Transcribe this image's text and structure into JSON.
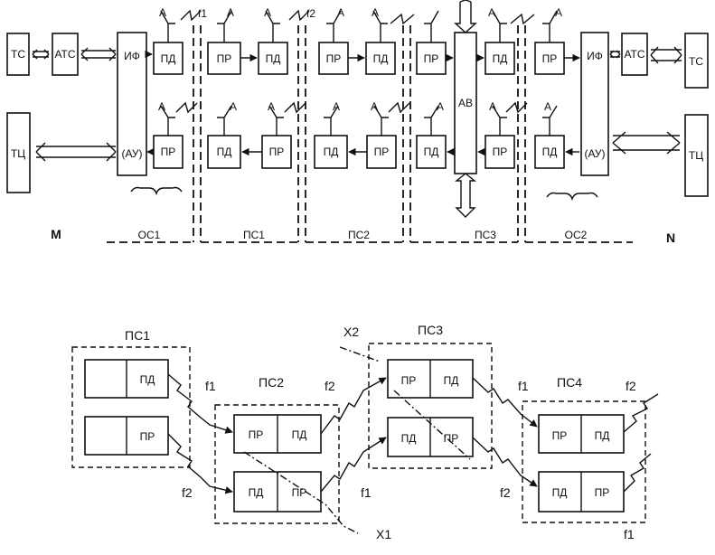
{
  "top": {
    "ts": "ТС",
    "tc": "ТЦ",
    "ats": "АТС",
    "if": "ИФ",
    "au": "(АУ)",
    "pd": "ПД",
    "pr": "ПР",
    "av": "АВ",
    "a": "А",
    "f1": "f1",
    "f2": "f2",
    "m": "М",
    "n": "N",
    "sections": [
      "ОС1",
      "ПС1",
      "ПС2",
      "ПС3",
      "ОС2"
    ]
  },
  "bottom": {
    "groups": [
      "ПС1",
      "ПС2",
      "ПС3",
      "ПС4"
    ],
    "pd": "ПД",
    "pr": "ПР",
    "f1": "f1",
    "f2": "f2",
    "x1": "Х1",
    "x2": "Х2"
  }
}
